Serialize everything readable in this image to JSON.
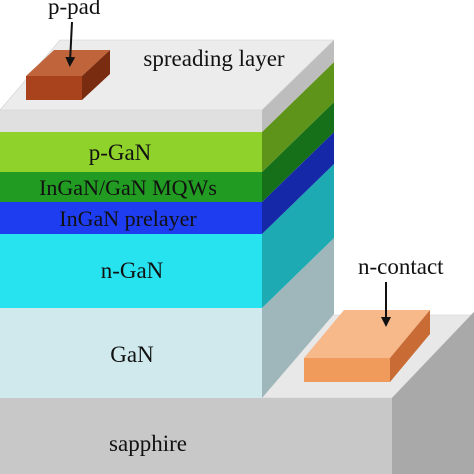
{
  "diagram": {
    "layers": {
      "sapphire": {
        "label": "sapphire",
        "color": "#c8c8c8"
      },
      "gan": {
        "label": "GaN",
        "color": "#cfe9ec"
      },
      "n_gan": {
        "label": "n-GaN",
        "color": "#27e3ef"
      },
      "ingan_prelayer": {
        "label": "InGaN prelayer",
        "color": "#1e3cf0"
      },
      "mqws": {
        "label": "InGaN/GaN MQWs",
        "color": "#229b22"
      },
      "p_gan": {
        "label": "p-GaN",
        "color": "#8fd22c"
      },
      "spreading_layer": {
        "label": "spreading layer",
        "color": "#e0e0e0"
      }
    },
    "contacts": {
      "p_pad": {
        "label": "p-pad",
        "color": "#a8431d"
      },
      "n_contact": {
        "label": "n-contact",
        "color": "#f09a5c"
      }
    }
  }
}
